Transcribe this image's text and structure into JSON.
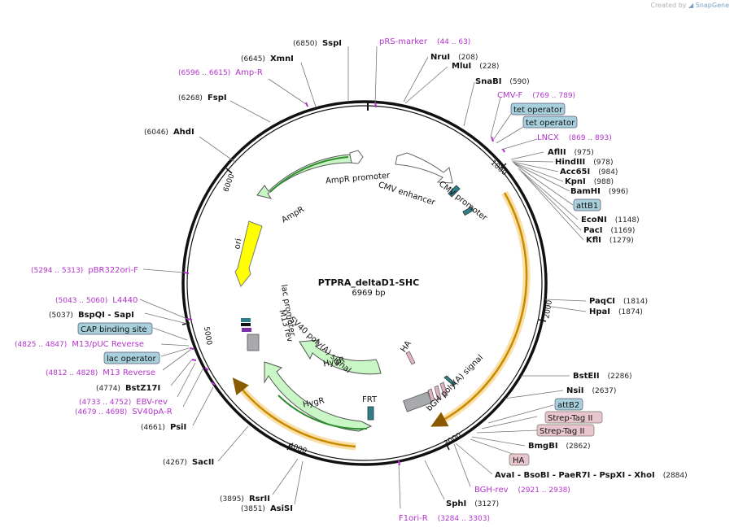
{
  "credit": {
    "prefix": "Created by",
    "brand": "SnapGene"
  },
  "plasmid": {
    "name": "PTPRA_deltaD1-SHC",
    "size": "6969 bp",
    "length": 6969
  },
  "ticks": [
    "1000",
    "2000",
    "3000",
    "4000",
    "5000",
    "6000"
  ],
  "features": [
    {
      "name": "CMV enhancer"
    },
    {
      "name": "CMV promoter"
    },
    {
      "name": "AmpR promoter"
    },
    {
      "name": "AmpR"
    },
    {
      "name": "ori"
    },
    {
      "name": "lac promoter"
    },
    {
      "name": "M13 rev"
    },
    {
      "name": "SV40 poly(A) signal"
    },
    {
      "name": "HygR"
    },
    {
      "name": "HygR"
    },
    {
      "name": "FRT"
    },
    {
      "name": "bGH poly(A) signal"
    },
    {
      "name": "HA"
    }
  ],
  "labels": [
    {
      "name": "SspI",
      "pos": "(6850)",
      "type": "site"
    },
    {
      "name": "XmnI",
      "pos": "(6645)",
      "type": "site"
    },
    {
      "name": "Amp-R",
      "pos": "(6596 .. 6615)",
      "type": "primer"
    },
    {
      "name": "FspI",
      "pos": "(6268)",
      "type": "site"
    },
    {
      "name": "AhdI",
      "pos": "(6046)",
      "type": "site"
    },
    {
      "name": "pRS-marker",
      "pos": "(44 .. 63)",
      "type": "primer"
    },
    {
      "name": "NruI",
      "pos": "(208)",
      "type": "site"
    },
    {
      "name": "MluI",
      "pos": "(228)",
      "type": "site"
    },
    {
      "name": "SnaBI",
      "pos": "(590)",
      "type": "site"
    },
    {
      "name": "CMV-F",
      "pos": "(769 .. 789)",
      "type": "primer"
    },
    {
      "name": "tet operator",
      "type": "box-blue"
    },
    {
      "name": "tet operator",
      "type": "box-blue"
    },
    {
      "name": "LNCX",
      "pos": "(869 .. 893)",
      "type": "primer"
    },
    {
      "name": "AflII",
      "pos": "(975)",
      "type": "site"
    },
    {
      "name": "HindIII",
      "pos": "(978)",
      "type": "site"
    },
    {
      "name": "Acc65I",
      "pos": "(984)",
      "type": "site"
    },
    {
      "name": "KpnI",
      "pos": "(988)",
      "type": "site"
    },
    {
      "name": "BamHI",
      "pos": "(996)",
      "type": "site"
    },
    {
      "name": "attB1",
      "type": "box-blue"
    },
    {
      "name": "EcoNI",
      "pos": "(1148)",
      "type": "site"
    },
    {
      "name": "PacI",
      "pos": "(1169)",
      "type": "site"
    },
    {
      "name": "KflI",
      "pos": "(1279)",
      "type": "site"
    },
    {
      "name": "PaqCI",
      "pos": "(1814)",
      "type": "site"
    },
    {
      "name": "HpaI",
      "pos": "(1874)",
      "type": "site"
    },
    {
      "name": "BstEII",
      "pos": "(2286)",
      "type": "site"
    },
    {
      "name": "NsiI",
      "pos": "(2637)",
      "type": "site"
    },
    {
      "name": "attB2",
      "type": "box-blue"
    },
    {
      "name": "Strep-Tag II",
      "type": "box-pink"
    },
    {
      "name": "Strep-Tag II",
      "type": "box-pink"
    },
    {
      "name": "BmgBI",
      "pos": "(2862)",
      "type": "site"
    },
    {
      "name": "HA",
      "type": "box-pink"
    },
    {
      "name": "AvaI  - BsoBI  - PaeR7I  - PspXI  - XhoI",
      "pos": "(2884)",
      "type": "site"
    },
    {
      "name": "BGH-rev",
      "pos": "(2921 .. 2938)",
      "type": "primer"
    },
    {
      "name": "SphI",
      "pos": "(3127)",
      "type": "site"
    },
    {
      "name": "F1ori-R",
      "pos": "(3284 .. 3303)",
      "type": "primer"
    },
    {
      "name": "AsiSI",
      "pos": "(3851)",
      "type": "site"
    },
    {
      "name": "RsrII",
      "pos": "(3895)",
      "type": "site"
    },
    {
      "name": "SacII",
      "pos": "(4267)",
      "type": "site"
    },
    {
      "name": "PsiI",
      "pos": "(4661)",
      "type": "site"
    },
    {
      "name": "SV40pA-R",
      "pos": "(4679 .. 4698)",
      "type": "primer"
    },
    {
      "name": "EBV-rev",
      "pos": "(4733 .. 4752)",
      "type": "primer"
    },
    {
      "name": "BstZ17I",
      "pos": "(4774)",
      "type": "site"
    },
    {
      "name": "M13 Reverse",
      "pos": "(4812 .. 4828)",
      "type": "primer"
    },
    {
      "name": "lac operator",
      "type": "box-blue"
    },
    {
      "name": "M13/pUC Reverse",
      "pos": "(4825 .. 4847)",
      "type": "primer"
    },
    {
      "name": "CAP binding site",
      "type": "box-blue"
    },
    {
      "name": "BspQI  - SapI",
      "pos": "(5037)",
      "type": "site"
    },
    {
      "name": "L4440",
      "pos": "(5043 .. 5060)",
      "type": "primer"
    },
    {
      "name": "pBR322ori-F",
      "pos": "(5294 .. 5313)",
      "type": "primer"
    }
  ]
}
